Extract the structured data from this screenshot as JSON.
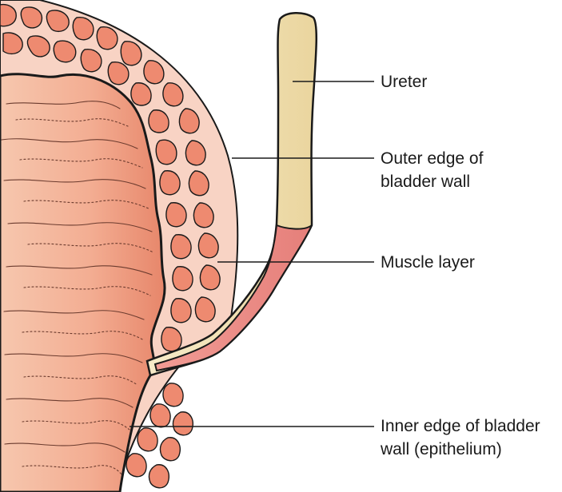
{
  "labels": {
    "ureter": "Ureter",
    "outer_edge": "Outer edge of\nbladder wall",
    "muscle_layer": "Muscle layer",
    "inner_edge": "Inner edge of bladder\nwall (epithelium)"
  },
  "colors": {
    "interior_light": "#f6c3aa",
    "interior_dark": "#e8856a",
    "wall": "#f8d3c4",
    "muscle": "#ee8a70",
    "ureter": "#f3e3b8",
    "ureter_lumen": "#ee8c88",
    "outline": "#1a1a1a"
  }
}
